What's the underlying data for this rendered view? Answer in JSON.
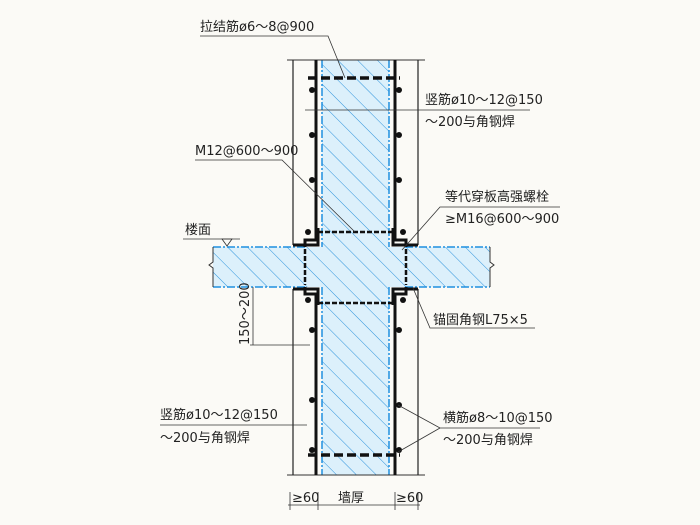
{
  "labels": {
    "tie_bar": "拉结筋ø6～8@900",
    "vertical_bar_right_1": "竖筋ø10～12@150",
    "vertical_bar_right_2": "～200与角钢焊",
    "bolt_m12": "M12@600～900",
    "hs_bolt_1": "等代穿板高强螺栓",
    "hs_bolt_2": "≥M16@600～900",
    "floor": "楼面",
    "slab_offset": "150～200",
    "anchor_angle": "锚固角钢L75×5",
    "vertical_bar_left_1": "竖筋ø10～12@150",
    "vertical_bar_left_2": "～200与角钢焊",
    "horizontal_bar_1": "横筋ø8～10@150",
    "horizontal_bar_2": "～200与角钢焊"
  },
  "dimensions": {
    "left": "≥60",
    "middle": "墙厚",
    "right": "≥60"
  },
  "colors": {
    "concrete": "#1e8fe0",
    "concrete_fill": "#d9eefa",
    "steel": "#111111"
  }
}
